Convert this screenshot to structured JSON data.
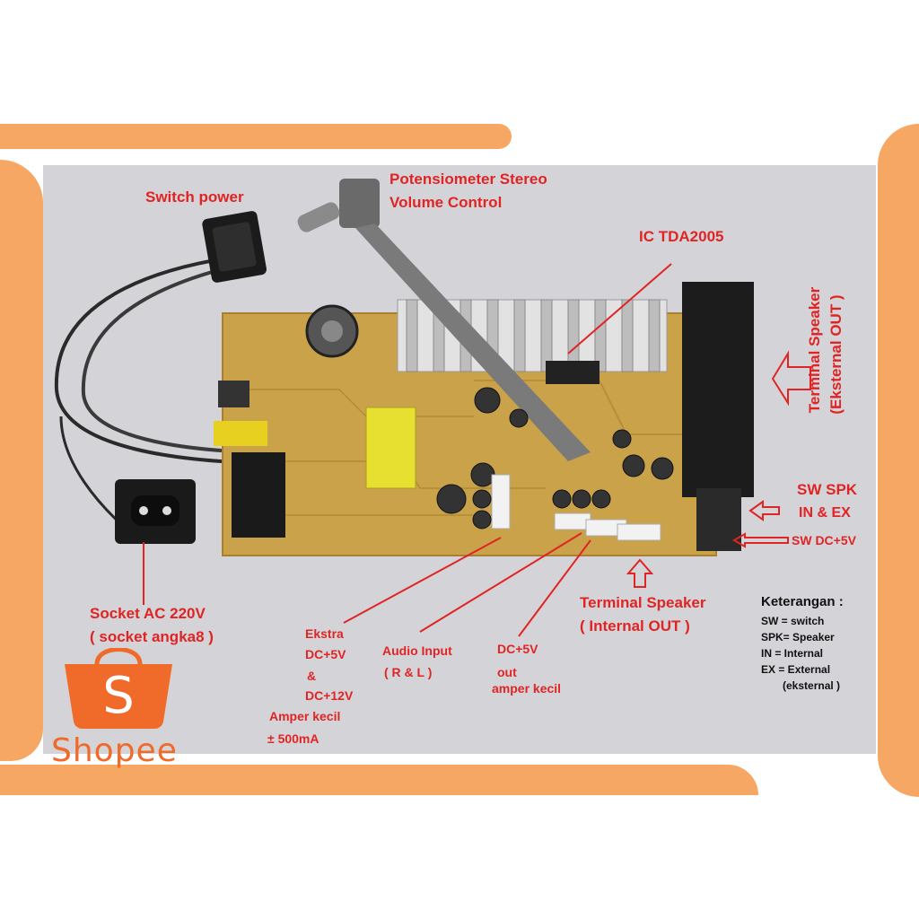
{
  "labels": {
    "switch_power": "Switch power",
    "pot_line1": "Potensiometer Stereo",
    "pot_line2": "Volume Control",
    "ic": "IC TDA2005",
    "terminal_ext_line1": "Terminal Speaker",
    "terminal_ext_line2": "(Eksternal OUT )",
    "sw_spk_line1": "SW SPK",
    "sw_spk_line2": "IN & EX",
    "sw_dc": "SW DC+5V",
    "socket_line1": "Socket AC 220V",
    "socket_line2": "( socket angka8 )",
    "terminal_int_line1": "Terminal Speaker",
    "terminal_int_line2": "( Internal OUT )",
    "ekstra_line1": "Ekstra",
    "ekstra_line2": "DC+5V",
    "ekstra_line3": "&",
    "ekstra_line4": "DC+12V",
    "ekstra_line5": "Amper kecil",
    "ekstra_line6": "± 500mA",
    "audio_line1": "Audio Input",
    "audio_line2": "( R & L )",
    "dc_line1": "DC+5V",
    "dc_line2": "out",
    "dc_line3": "amper kecil"
  },
  "legend": {
    "title": "Keterangan :",
    "rows": [
      "SW = switch",
      "SPK= Speaker",
      "IN = Internal",
      "EX = External",
      "(eksternal )"
    ]
  },
  "brand": {
    "logo_letter": "S",
    "wordmark": "Shopee",
    "color": "#f06a2a"
  },
  "colors": {
    "frame": "#f7a764",
    "label_red": "#e02424",
    "background_gray": "#d4d4d8"
  }
}
